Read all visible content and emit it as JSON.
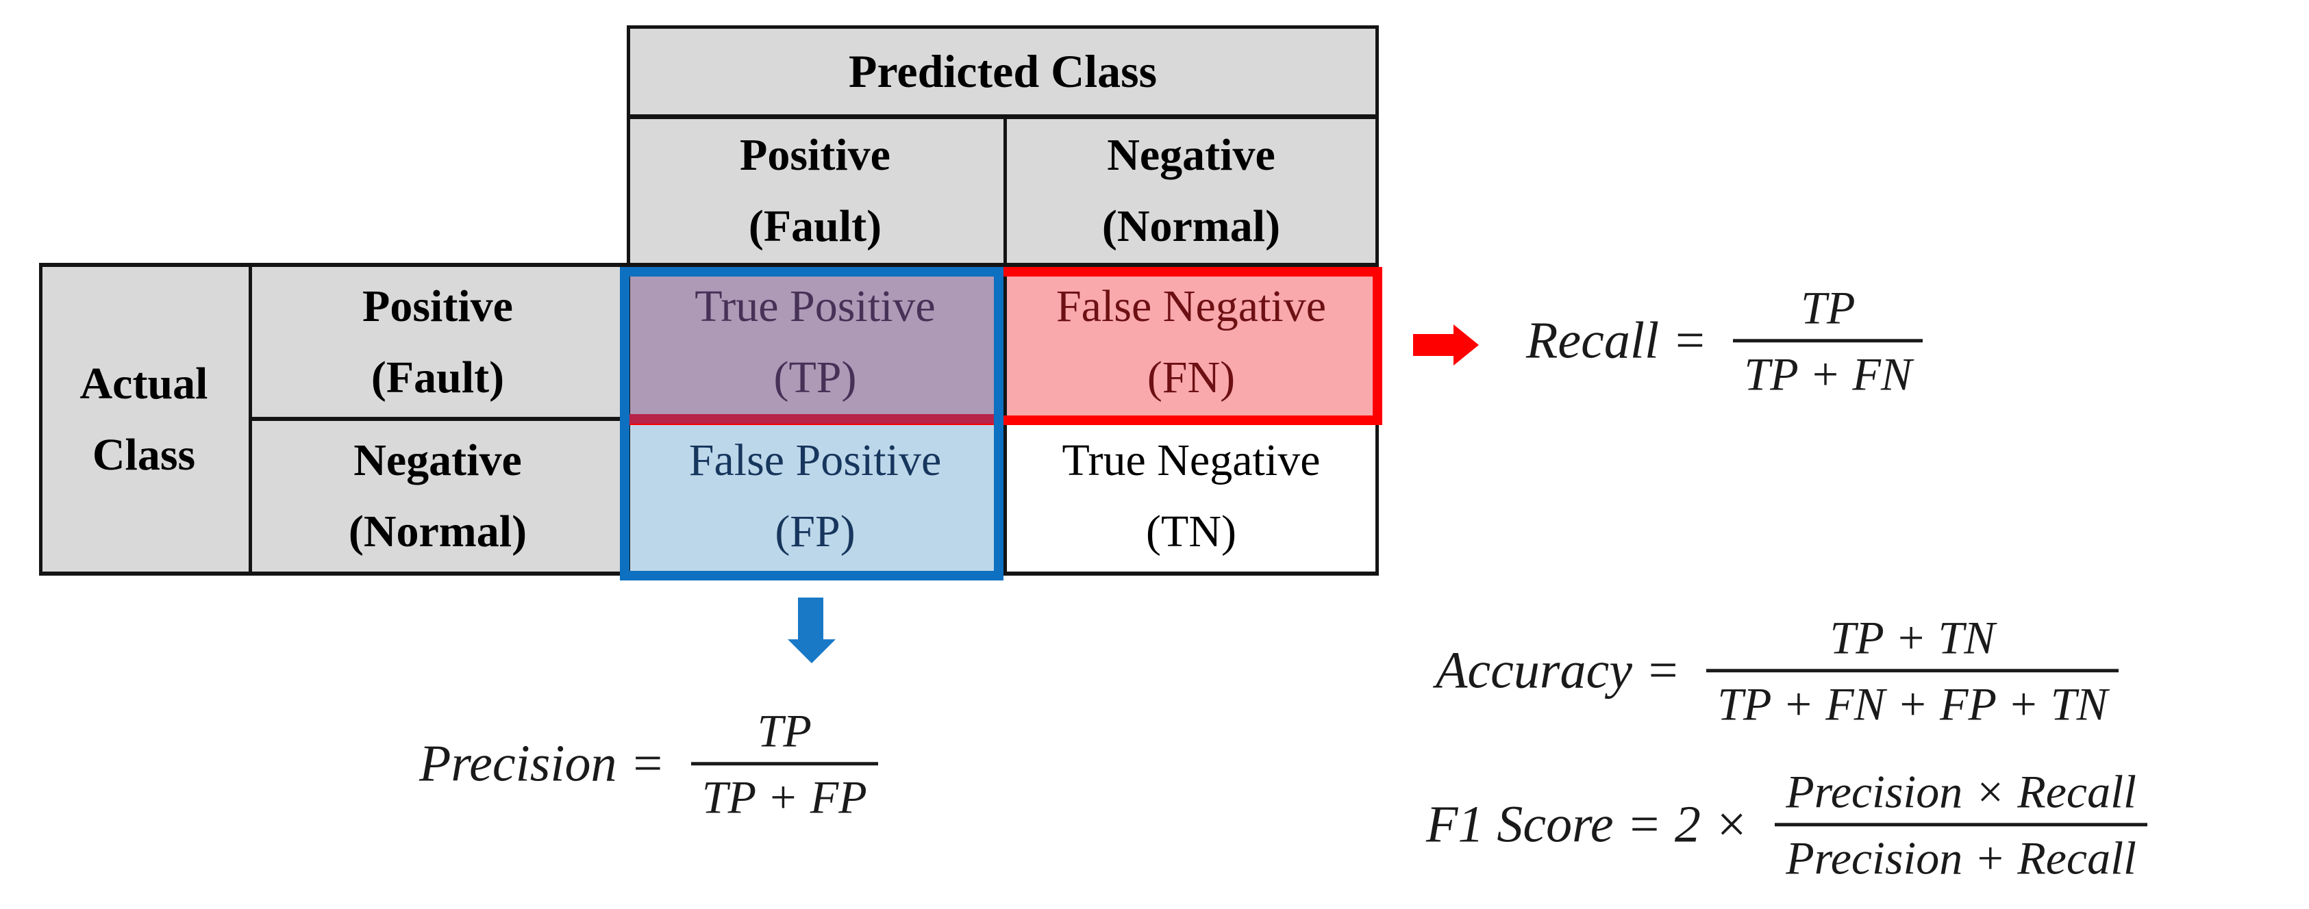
{
  "table": {
    "predicted_class_header": "Predicted Class",
    "actual_class_line1": "Actual",
    "actual_class_line2": "Class",
    "col_positive_line1": "Positive",
    "col_positive_line2": "(Fault)",
    "col_negative_line1": "Negative",
    "col_negative_line2": "(Normal)",
    "row_positive_line1": "Positive",
    "row_positive_line2": "(Fault)",
    "row_negative_line1": "Negative",
    "row_negative_line2": "(Normal)",
    "cell_tp_line1": "True Positive",
    "cell_tp_line2": "(TP)",
    "cell_fn_line1": "False Negative",
    "cell_fn_line2": "(FN)",
    "cell_fp_line1": "False Positive",
    "cell_fp_line2": "(FP)",
    "cell_tn_line1": "True Negative",
    "cell_tn_line2": "(TN)"
  },
  "formulas": {
    "recall": {
      "label": "Recall =",
      "numerator": "TP",
      "denominator": "TP + FN"
    },
    "precision": {
      "label": "Precision =",
      "numerator": "TP",
      "denominator": "TP + FP"
    },
    "accuracy": {
      "label": "Accuracy =",
      "numerator": "TP + TN",
      "denominator": "TP + FN + FP + TN"
    },
    "f1": {
      "label": "F1 Score = 2 ×",
      "numerator": "Precision × Recall",
      "denominator": "Precision + Recall"
    }
  },
  "icons": {
    "recall_arrow": "red-right-arrow",
    "precision_arrow": "blue-down-arrow"
  },
  "colors": {
    "header_fill": "#d9d9d9",
    "tp_fill": "#ae9ab6",
    "tp_text": "#463157",
    "fn_fill": "#f9a8ac",
    "fn_text": "#6d1013",
    "fp_fill": "#bdd7ea",
    "fp_text": "#17365d",
    "tn_fill": "#ffffff",
    "highlight_blue": "#0d70c0",
    "highlight_red": "#fe0000",
    "overlap_crimson": "#b82348",
    "arrow_blue": "#1a79c6",
    "arrow_red": "#fe0000",
    "grid_line": "#141414"
  }
}
